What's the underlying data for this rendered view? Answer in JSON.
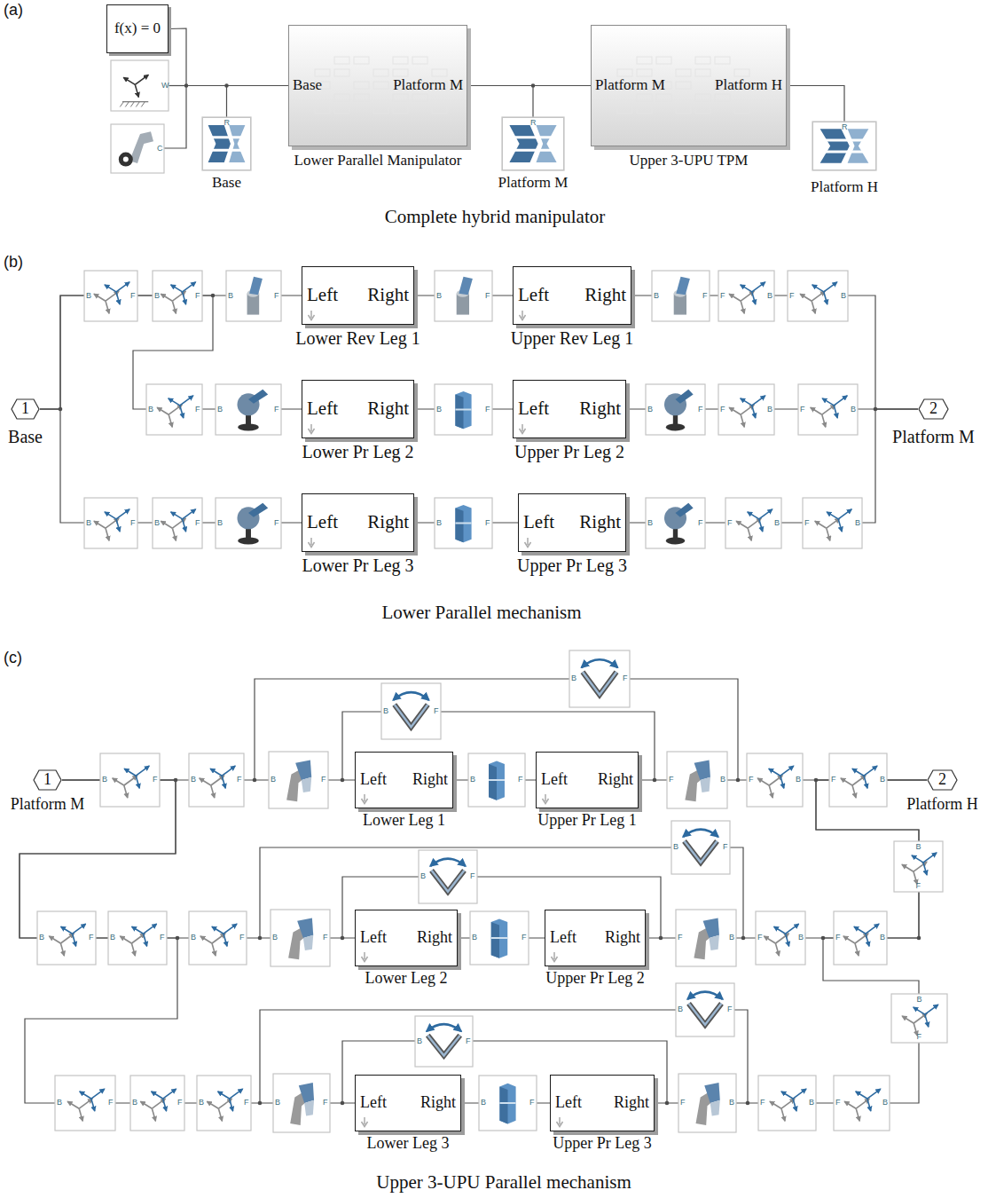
{
  "diagram": {
    "nodes": [
      {
        "text": [
          "f(x) = 0"
        ]
      },
      {
        "text": [
          "Base"
        ]
      },
      {
        "text": [
          "Base",
          "Platform M",
          "Lower Parallel Manipulator"
        ]
      },
      {
        "text": [
          "Platform M"
        ]
      },
      {
        "text": [
          "Platform M",
          "Platform H",
          "Upper 3-UPU TPM"
        ]
      },
      {
        "text": [
          "Platform H"
        ]
      },
      {
        "text": [
          "1",
          "Base"
        ]
      },
      {
        "text": [
          "Left",
          "Right",
          "Lower Rev Leg 1"
        ]
      },
      {
        "text": [
          "Left",
          "Right",
          "Upper Rev Leg 1"
        ]
      },
      {
        "text": [
          "Left",
          "Right",
          "Lower Pr Leg 2"
        ]
      },
      {
        "text": [
          "Left",
          "Right",
          "Upper Pr Leg 2"
        ]
      },
      {
        "text": [
          "Left",
          "Right",
          "Lower Pr Leg 3"
        ]
      },
      {
        "text": [
          "Left",
          "Right",
          "Upper Pr Leg 3"
        ]
      },
      {
        "text": [
          "2",
          "Platform M"
        ]
      },
      {
        "text": [
          "1",
          "Platform M"
        ]
      },
      {
        "text": [
          "Left",
          "Right",
          "Lower Leg 1"
        ]
      },
      {
        "text": [
          "Left",
          "Right",
          "Upper Pr Leg 1"
        ]
      },
      {
        "text": [
          "Left",
          "Right",
          "Lower Leg 2"
        ]
      },
      {
        "text": [
          "Left",
          "Right",
          "Upper Pr Leg 2"
        ]
      },
      {
        "text": [
          "Left",
          "Right",
          "Lower Leg 3"
        ]
      },
      {
        "text": [
          "Left",
          "Right",
          "Upper Pr Leg 3"
        ]
      },
      {
        "text": [
          "2",
          "Platform H"
        ]
      }
    ],
    "edges": [
      {
        "from": 0,
        "to": 2,
        "arrow": "none"
      },
      {
        "from": 1,
        "to": 2,
        "arrow": "none"
      },
      {
        "from": 2,
        "to": 3,
        "arrow": "none"
      },
      {
        "from": 2,
        "to": 4,
        "arrow": "none"
      },
      {
        "from": 4,
        "to": 5,
        "arrow": "none"
      },
      {
        "from": 6,
        "to": 7,
        "arrow": "none"
      },
      {
        "from": 7,
        "to": 8,
        "arrow": "none"
      },
      {
        "from": 8,
        "to": 13,
        "arrow": "none"
      },
      {
        "from": 6,
        "to": 9,
        "arrow": "none"
      },
      {
        "from": 9,
        "to": 10,
        "arrow": "none"
      },
      {
        "from": 10,
        "to": 13,
        "arrow": "none"
      },
      {
        "from": 6,
        "to": 11,
        "arrow": "none"
      },
      {
        "from": 11,
        "to": 12,
        "arrow": "none"
      },
      {
        "from": 12,
        "to": 13,
        "arrow": "none"
      },
      {
        "from": 14,
        "to": 15,
        "arrow": "none"
      },
      {
        "from": 15,
        "to": 16,
        "arrow": "none"
      },
      {
        "from": 16,
        "to": 21,
        "arrow": "none"
      },
      {
        "from": 14,
        "to": 17,
        "arrow": "none"
      },
      {
        "from": 17,
        "to": 18,
        "arrow": "none"
      },
      {
        "from": 18,
        "to": 21,
        "arrow": "none"
      },
      {
        "from": 14,
        "to": 19,
        "arrow": "none"
      },
      {
        "from": 19,
        "to": 20,
        "arrow": "none"
      },
      {
        "from": 20,
        "to": 21,
        "arrow": "none"
      }
    ],
    "labels": [
      "(a)",
      "Complete hybrid manipulator",
      "(b)",
      "Lower Parallel mechanism",
      "(c)",
      "Upper 3-UPU Parallel mechanism",
      "W",
      "C",
      "R",
      "R",
      "R",
      "B",
      "F",
      "B",
      "F",
      "B",
      "F",
      "B",
      "F",
      "B",
      "F",
      "F",
      "B",
      "F",
      "B",
      "B",
      "F",
      "B",
      "F",
      "B",
      "F",
      "B",
      "F",
      "F",
      "B",
      "F",
      "B",
      "B",
      "F",
      "B",
      "F",
      "B",
      "F",
      "B",
      "F",
      "B",
      "F",
      "F",
      "B",
      "F",
      "B",
      "B",
      "F",
      "B",
      "F",
      "B",
      "F",
      "B",
      "F",
      "F",
      "B",
      "F",
      "B",
      "F",
      "B",
      "B",
      "F",
      "B",
      "F",
      "B",
      "F",
      "B",
      "F",
      "B",
      "F",
      "B",
      "F",
      "B",
      "F",
      "B",
      "F",
      "F",
      "B",
      "F",
      "B",
      "F",
      "B",
      "B",
      "F",
      "B",
      "F",
      "B",
      "F",
      "B",
      "F",
      "B",
      "F",
      "B",
      "F",
      "B",
      "F",
      "B",
      "F",
      "F",
      "B",
      "F",
      "B",
      "F",
      "B",
      "B",
      "F",
      "B",
      "F"
    ]
  }
}
